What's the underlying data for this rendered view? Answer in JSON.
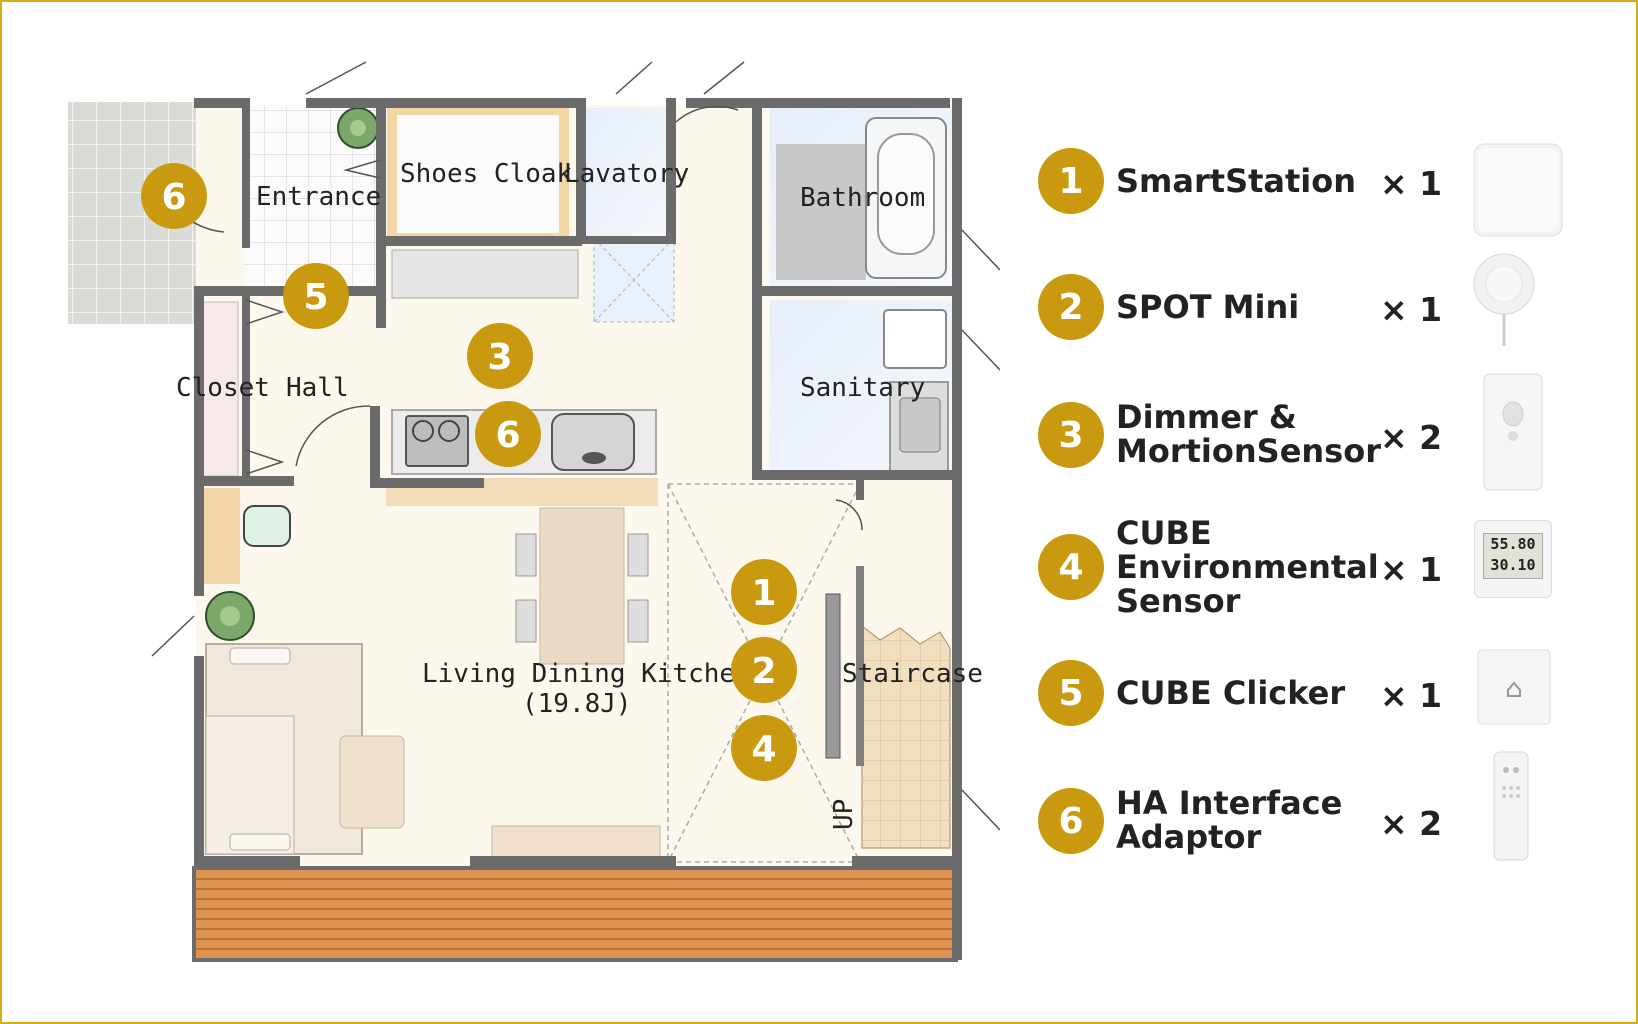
{
  "rooms": {
    "entrance": "Entrance",
    "shoes_cloak": "Shoes Cloak",
    "lavatory": "Lavatory",
    "bathroom": "Bathroom",
    "closet": "Closet",
    "hall": "Hall",
    "sanitary": "Sanitary",
    "ldk": "Living Dining Kitchen",
    "ldk_size": "(19.8J)",
    "staircase": "Staircase",
    "up": "UP"
  },
  "markers": {
    "entrance_door": "6",
    "shoes_cloak": "5",
    "ceiling": "3",
    "kitchen": "6",
    "center_1": "1",
    "center_2": "2",
    "center_4": "4"
  },
  "devices": [
    {
      "number": "1",
      "name_line1": "SmartStation",
      "name_line2": "",
      "name_line3": "",
      "quantity": "× 1",
      "icon": "smartstation-hub"
    },
    {
      "number": "2",
      "name_line1": "SPOT Mini",
      "name_line2": "",
      "name_line3": "",
      "quantity": "× 1",
      "icon": "spot-mini-remote"
    },
    {
      "number": "3",
      "name_line1": "Dimmer &",
      "name_line2": "MortionSensor",
      "name_line3": "",
      "quantity": "× 2",
      "icon": "dimmer-switch"
    },
    {
      "number": "4",
      "name_line1": "CUBE",
      "name_line2": "Environmental",
      "name_line3": "Sensor",
      "quantity": "× 1",
      "icon": "environmental-sensor"
    },
    {
      "number": "5",
      "name_line1": "CUBE  Clicker",
      "name_line2": "",
      "name_line3": "",
      "quantity": "× 1",
      "icon": "clicker-button"
    },
    {
      "number": "6",
      "name_line1": "HA Interface",
      "name_line2": "Adaptor",
      "name_line3": "",
      "quantity": "× 2",
      "icon": "ha-adaptor"
    }
  ],
  "sensor_display": {
    "line1": "55.80",
    "line2": "30.10"
  },
  "colors": {
    "accent": "#c99a0f",
    "border": "#d4ac1c",
    "wall": "#6b6b6b",
    "floor": "#fdf8ee",
    "deck": "#d9904a"
  }
}
